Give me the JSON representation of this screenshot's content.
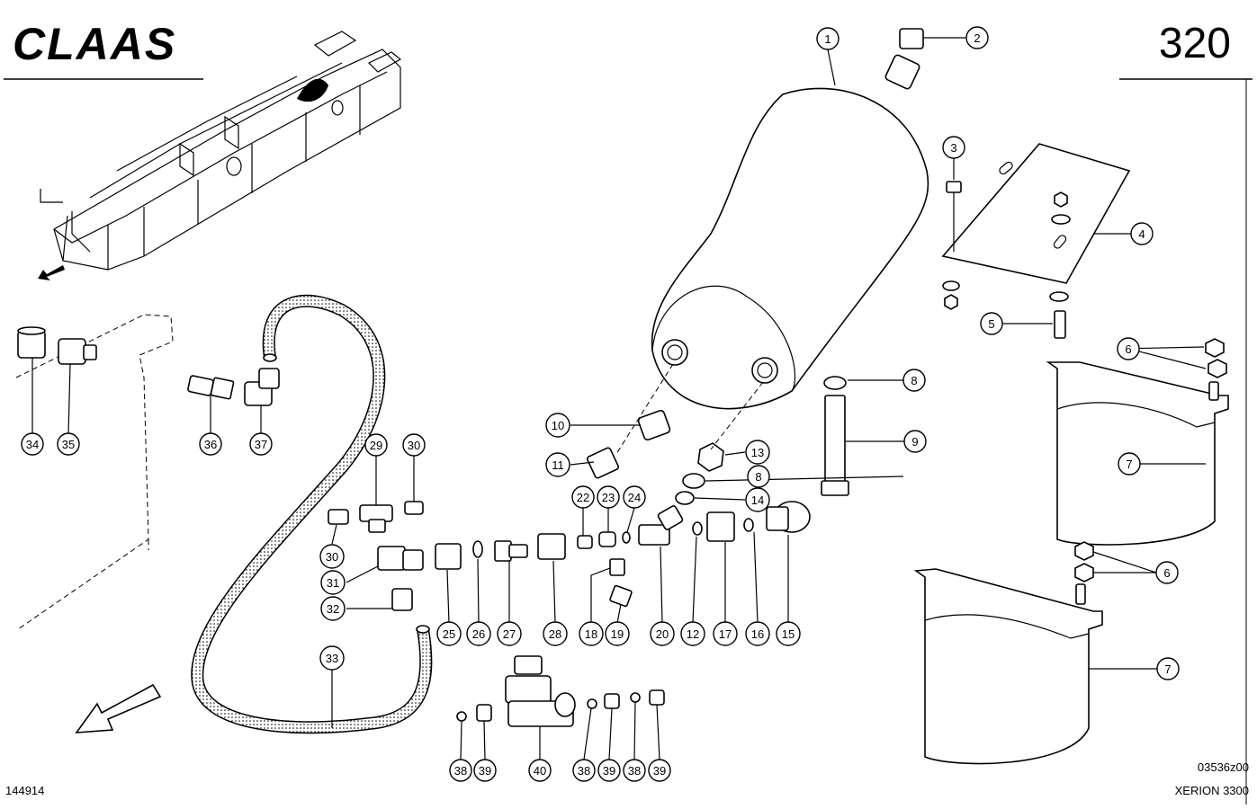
{
  "header": {
    "brand": "CLAAS",
    "page_number": "320"
  },
  "footer": {
    "sheet_id": "144914",
    "drawing_code": "03536z00",
    "model": "XERION 3300"
  },
  "callouts": [
    {
      "id": "c1",
      "label": "1"
    },
    {
      "id": "c2",
      "label": "2"
    },
    {
      "id": "c3",
      "label": "3"
    },
    {
      "id": "c4",
      "label": "4"
    },
    {
      "id": "c5",
      "label": "5"
    },
    {
      "id": "c6a",
      "label": "6"
    },
    {
      "id": "c6b",
      "label": "6"
    },
    {
      "id": "c7a",
      "label": "7"
    },
    {
      "id": "c7b",
      "label": "7"
    },
    {
      "id": "c8a",
      "label": "8"
    },
    {
      "id": "c8b",
      "label": "8"
    },
    {
      "id": "c9",
      "label": "9"
    },
    {
      "id": "c10",
      "label": "10"
    },
    {
      "id": "c11",
      "label": "11"
    },
    {
      "id": "c12",
      "label": "12"
    },
    {
      "id": "c13",
      "label": "13"
    },
    {
      "id": "c14",
      "label": "14"
    },
    {
      "id": "c15",
      "label": "15"
    },
    {
      "id": "c16",
      "label": "16"
    },
    {
      "id": "c17",
      "label": "17"
    },
    {
      "id": "c18",
      "label": "18"
    },
    {
      "id": "c19",
      "label": "19"
    },
    {
      "id": "c20",
      "label": "20"
    },
    {
      "id": "c22",
      "label": "22"
    },
    {
      "id": "c23",
      "label": "23"
    },
    {
      "id": "c24",
      "label": "24"
    },
    {
      "id": "c25",
      "label": "25"
    },
    {
      "id": "c26",
      "label": "26"
    },
    {
      "id": "c27",
      "label": "27"
    },
    {
      "id": "c28",
      "label": "28"
    },
    {
      "id": "c29",
      "label": "29"
    },
    {
      "id": "c30a",
      "label": "30"
    },
    {
      "id": "c30b",
      "label": "30"
    },
    {
      "id": "c31",
      "label": "31"
    },
    {
      "id": "c32",
      "label": "32"
    },
    {
      "id": "c33",
      "label": "33"
    },
    {
      "id": "c34",
      "label": "34"
    },
    {
      "id": "c35",
      "label": "35"
    },
    {
      "id": "c36",
      "label": "36"
    },
    {
      "id": "c37",
      "label": "37"
    },
    {
      "id": "c38a",
      "label": "38"
    },
    {
      "id": "c38b",
      "label": "38"
    },
    {
      "id": "c38c",
      "label": "38"
    },
    {
      "id": "c39a",
      "label": "39"
    },
    {
      "id": "c39b",
      "label": "39"
    },
    {
      "id": "c39c",
      "label": "39"
    },
    {
      "id": "c40",
      "label": "40"
    }
  ]
}
